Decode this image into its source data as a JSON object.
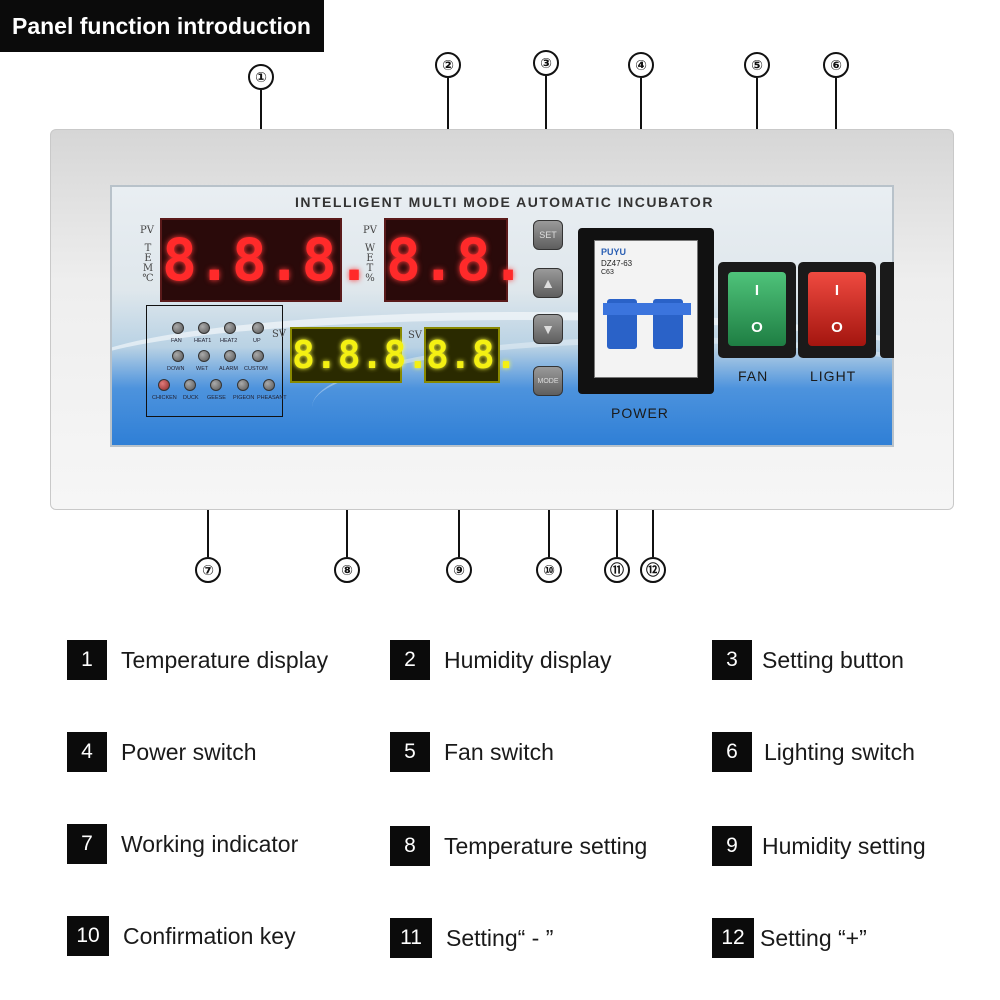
{
  "header": {
    "title": "Panel function introduction"
  },
  "panel": {
    "brand_title": "INTELLIGENT MULTI MODE AUTOMATIC INCUBATOR",
    "temp_display": {
      "pv_label": "PV",
      "vertical_label": [
        "T",
        "E",
        "M",
        "℃"
      ],
      "digits": "8.8.8."
    },
    "humidity_display": {
      "pv_label": "PV",
      "vertical_label": [
        "W",
        "E",
        "T",
        "%"
      ],
      "digits": "8.8."
    },
    "temp_setting_display": {
      "sv_label": "SV",
      "digits": "8.8.8."
    },
    "humidity_setting_display": {
      "sv_label": "SV",
      "digits": "8.8."
    },
    "indicator_rows": [
      {
        "labels": [
          "FAN",
          "HEAT1",
          "HEAT2",
          "UP"
        ]
      },
      {
        "labels": [
          "DOWN",
          "WET",
          "ALARM",
          "CUSTOM"
        ]
      },
      {
        "labels": [
          "CHICKEN",
          "DUCK",
          "GEESE",
          "PIGEON",
          "PHEASANT"
        ]
      }
    ],
    "indicator_sv_label": "SV",
    "keys": {
      "set": "SET",
      "up": "▲",
      "down": "▼",
      "mode": "MODE"
    },
    "breaker": {
      "brand": "PUYU",
      "model": "DZ47-63",
      "rating": "C63",
      "label": "POWER"
    },
    "fan_switch": {
      "on": "I",
      "off": "O",
      "label": "FAN",
      "color": "#2f9e57"
    },
    "light_switch": {
      "on": "I",
      "off": "O",
      "label": "LIGHT",
      "color": "#d2261f"
    }
  },
  "callouts": {
    "c1": "①",
    "c2": "②",
    "c3": "③",
    "c4": "④",
    "c5": "⑤",
    "c6": "⑥",
    "c7": "⑦",
    "c8": "⑧",
    "c9": "⑨",
    "c10": "⑩",
    "c11": "⑪",
    "c12": "⑫"
  },
  "legend": [
    {
      "num": "1",
      "text": "Temperature display"
    },
    {
      "num": "2",
      "text": "Humidity display"
    },
    {
      "num": "3",
      "text": "Setting button"
    },
    {
      "num": "4",
      "text": "Power switch"
    },
    {
      "num": "5",
      "text": "Fan switch"
    },
    {
      "num": "6",
      "text": "Lighting switch"
    },
    {
      "num": "7",
      "text": "Working indicator"
    },
    {
      "num": "8",
      "text": "Temperature setting"
    },
    {
      "num": "9",
      "text": "Humidity setting"
    },
    {
      "num": "10",
      "text": "Confirmation key"
    },
    {
      "num": "11",
      "text": "Setting“ - ”"
    },
    {
      "num": "12",
      "text": "Setting “+”"
    }
  ]
}
